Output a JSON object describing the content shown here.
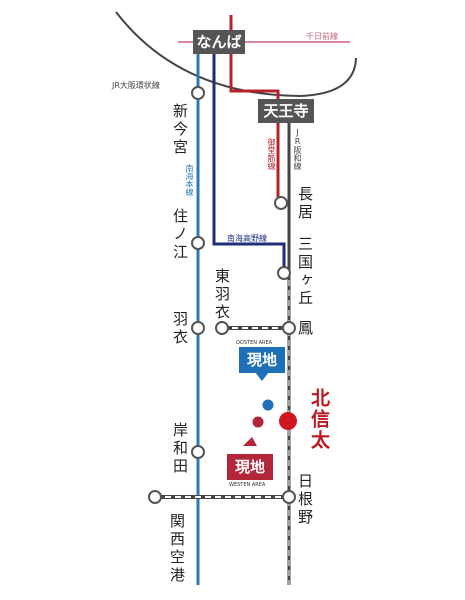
{
  "stations": {
    "namba": "なんば",
    "tennoji": "天王寺",
    "shin_imamiya": "新今宮",
    "suminoe": "住ノ江",
    "hagoromo": "羽衣",
    "higashi_hagoromo": "東羽衣",
    "kishiwada": "岸和田",
    "kansai_airport": "関西空港",
    "nagai": "長居",
    "mikunigaoka": "三国ヶ丘",
    "otori": "鳳",
    "hineno": "日根野"
  },
  "lines": {
    "sennichimae": "千日前線",
    "osaka_loop": "JR大阪環状線",
    "nankai_main": "南海本線",
    "nankai_koya": "南海高野線",
    "midosuji": "御堂筋線",
    "jr_hanwa": "JR阪和線"
  },
  "places": {
    "genchi_east": {
      "label": "現地",
      "area": "OOSTEN AREA"
    },
    "genchi_west": {
      "label": "現地",
      "area": "WESTEN AREA"
    },
    "kitashinda": "北信太"
  },
  "colors": {
    "nankai_main": "#2a7ab8",
    "nankai_koya": "#1f2e78",
    "midosuji": "#b5222a",
    "sennichimae": "#d9879a",
    "jr_lines": "#444444",
    "east_site": "#1d6fb8",
    "west_site": "#b3263a",
    "kitashinda_marker": "#d0161f"
  }
}
